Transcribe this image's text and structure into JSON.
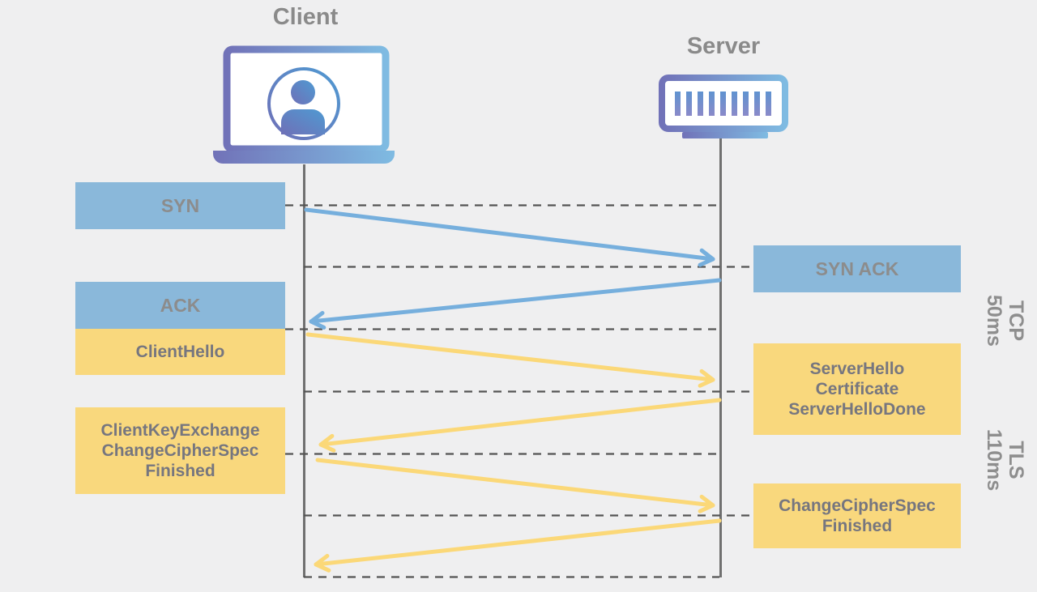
{
  "actors": [
    {
      "name": "Client"
    },
    {
      "name": "Server"
    }
  ],
  "messages": {
    "syn": "SYN",
    "syn_ack": "SYN ACK",
    "ack": "ACK",
    "client_hello": "ClientHello",
    "server_hello": "ServerHello\nCertificate\nServerHelloDone",
    "client_key_exchange": "ClientKeyExchange\nChangeCipherSpec\nFinished",
    "change_cipher_spec": "ChangeCipherSpec\nFinished"
  },
  "phases": [
    {
      "name": "TCP",
      "duration": "50ms"
    },
    {
      "name": "TLS",
      "duration": "110ms"
    }
  ],
  "colors": {
    "bg": "#efeff0",
    "tcp_fill": "#8ab8da",
    "tls_fill": "#f9d87d",
    "tcp_arrow": "#76afdd",
    "tls_arrow": "#fbd878",
    "title_text": "#8a8a8a",
    "tcp_box_text": "#8c8c8c",
    "tls_box_text": "#76767f",
    "phase_text": "#8e8e8e",
    "lifeline": "#707070",
    "dash": "#545454"
  }
}
